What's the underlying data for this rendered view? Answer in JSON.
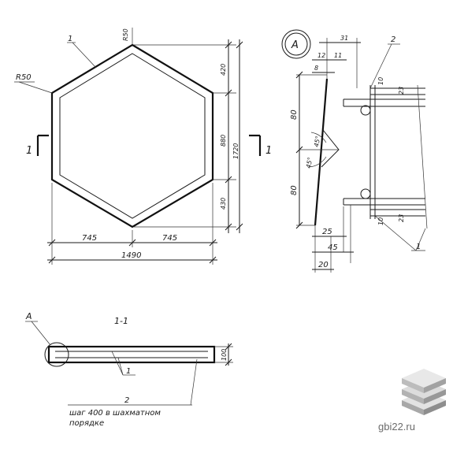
{
  "plan": {
    "radius_top": "R50",
    "radius_left": "R50",
    "callout": "1",
    "dims": {
      "seg_top": "420",
      "seg_mid": "880",
      "seg_bottom": "430",
      "total_height": "1720",
      "half_left": "745",
      "half_right": "745",
      "total_width": "1490"
    },
    "section_mark_left": "1",
    "section_mark_right": "1"
  },
  "detail_a": {
    "label": "A",
    "callout_top": "2",
    "callout_bottom": "1",
    "dims": {
      "d31": "31",
      "d12": "12",
      "d11": "11",
      "d8": "8",
      "d10_top": "10",
      "d23_top": "23",
      "d80_top": "80",
      "d80_bottom": "80",
      "angle_top": "45°",
      "angle_bottom": "45°",
      "d10_bottom": "10",
      "d23_bottom": "23",
      "d25": "25",
      "d45": "45",
      "d20": "20"
    }
  },
  "section": {
    "title": "1-1",
    "label_a": "A",
    "callout_1": "1",
    "callout_2": "2",
    "dim_height": "100",
    "note_line1": "шаг 400 в шахматном",
    "note_line2": "порядке"
  },
  "logo": {
    "text": "gbi22.ru"
  }
}
